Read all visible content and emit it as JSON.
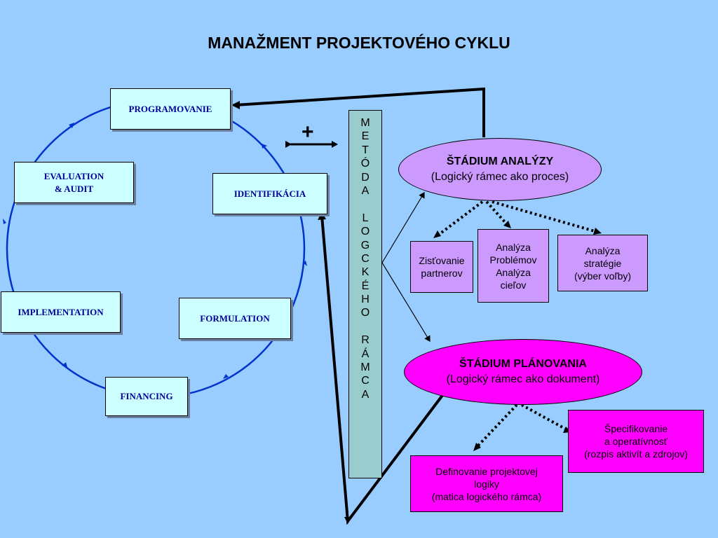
{
  "title": "MANAŽMENT PROJEKTOVÉHO CYKLU",
  "cycle": {
    "programovanie": "PROGRAMOVANIE",
    "identifikacia": "IDENTIFIKÁCIA",
    "formulation": "FORMULATION",
    "financing": "FINANCING",
    "implementation": "IMPLEMENTATION",
    "evaluation_line1": "EVALUATION",
    "evaluation_line2": "& AUDIT"
  },
  "plus_sign": "+",
  "method_letters": [
    "M",
    "E",
    "T",
    "Ó",
    "D",
    "A",
    " ",
    "L",
    "O",
    "G",
    "C",
    "K",
    "É",
    "H",
    "O",
    " ",
    "R",
    "Á",
    "M",
    "C",
    "A"
  ],
  "analysis": {
    "title": "ŠTÁDIUM ANALÝZY",
    "subtitle": "(Logický rámec ako proces)",
    "box1": [
      "Zisťovanie",
      "partnerov"
    ],
    "box2": [
      "Analýza",
      "Problémov",
      "Analýza",
      "cieľov"
    ],
    "box3": [
      "Analýza",
      "stratégie",
      "(výber voľby)"
    ]
  },
  "planning": {
    "title": "ŠTÁDIUM PLÁNOVANIA",
    "subtitle": "(Logický rámec ako dokument)",
    "box1": [
      "Definovanie projektovej",
      "logiky",
      "(matica logického rámca)"
    ],
    "box2": [
      "Špecifikovanie",
      "a operatívnosť",
      "(rozpis aktivít a zdrojov)"
    ]
  },
  "colors": {
    "background": "#99ccff",
    "cycle_box": "#ccffff",
    "cycle_text": "#000099",
    "cycle_circle": "#0033cc",
    "method_bar": "#99cccc",
    "analysis_fill": "#cc99ff",
    "planning_fill": "#ff00ff"
  }
}
